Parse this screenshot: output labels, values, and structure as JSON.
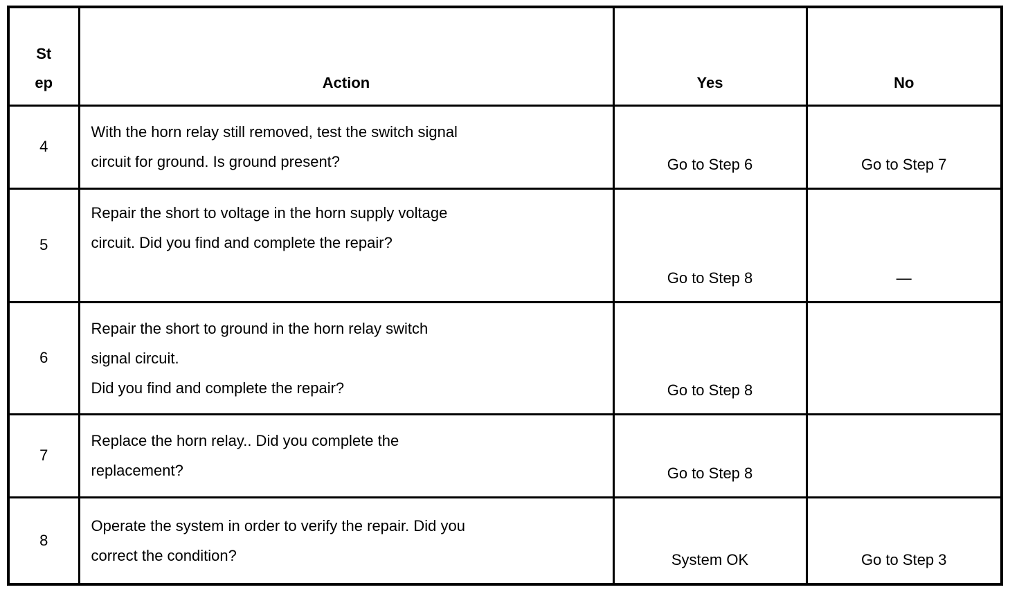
{
  "colors": {
    "text": "#000000",
    "border": "#000000",
    "background": "#ffffff"
  },
  "table": {
    "headers": {
      "step_lines": [
        "St",
        "ep"
      ],
      "action": "Action",
      "yes": "Yes",
      "no": "No"
    },
    "rows": [
      {
        "step": "4",
        "action_lines": [
          "With the horn relay still removed, test the switch signal",
          "circuit for ground. Is ground present?"
        ],
        "yes": "Go to Step 6",
        "no": "Go to Step 7"
      },
      {
        "step": "5",
        "action_lines": [
          "Repair the short to voltage in the horn supply voltage",
          "circuit. Did you find and complete the repair?"
        ],
        "yes": "Go to Step 8",
        "no": "—"
      },
      {
        "step": "6",
        "action_lines": [
          "Repair the short to ground in the horn relay switch",
          "signal circuit.",
          "Did you find and complete the repair?"
        ],
        "yes": "Go to Step 8",
        "no": ""
      },
      {
        "step": "7",
        "action_lines": [
          "Replace the horn relay.. Did you complete the",
          "replacement?"
        ],
        "yes": "Go to Step 8",
        "no": ""
      },
      {
        "step": "8",
        "action_lines": [
          "Operate the system in order to verify the repair. Did you",
          "correct the condition?"
        ],
        "yes": "System OK",
        "no": "Go to Step 3"
      }
    ]
  }
}
